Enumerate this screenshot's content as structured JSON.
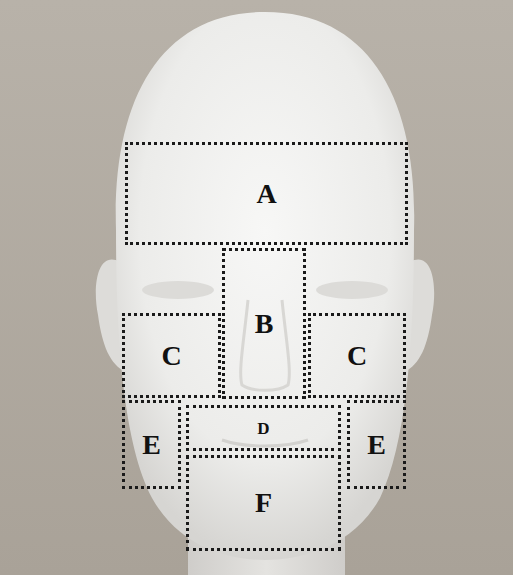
{
  "diagram": {
    "nodes": [
      {
        "text": [
          "A"
        ]
      },
      {
        "text": [
          "B"
        ]
      },
      {
        "text": [
          "C"
        ]
      },
      {
        "text": [
          "C"
        ]
      },
      {
        "text": [
          "E"
        ]
      },
      {
        "text": [
          "D"
        ]
      },
      {
        "text": [
          "E"
        ]
      },
      {
        "text": [
          "F"
        ]
      }
    ]
  }
}
